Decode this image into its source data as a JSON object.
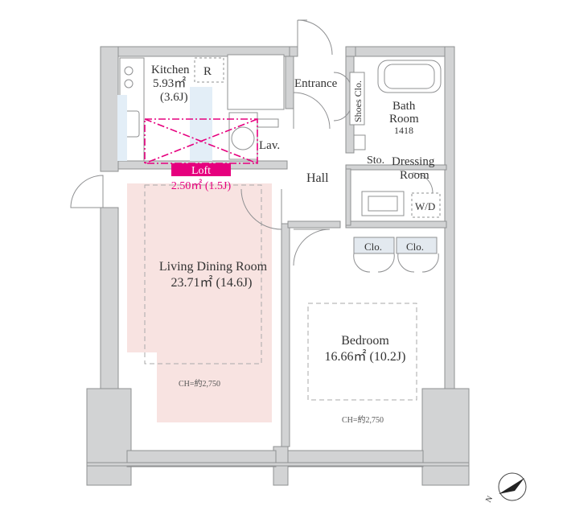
{
  "rooms": {
    "kitchen": {
      "name": "Kitchen",
      "area": "5.93㎡",
      "jo": "(3.6J)",
      "fridge": "R"
    },
    "entrance": {
      "name": "Entrance"
    },
    "shoes_closet": {
      "name": "Shoes Clo."
    },
    "bath": {
      "line1": "Bath",
      "line2": "Room",
      "size": "1418"
    },
    "lavatory": {
      "name": "Lav."
    },
    "storage": {
      "name": "Sto."
    },
    "dressing": {
      "line1": "Dressing",
      "line2": "Room"
    },
    "washer": {
      "name": "W/D"
    },
    "hall": {
      "name": "Hall"
    },
    "closet_1": {
      "name": "Clo."
    },
    "closet_2": {
      "name": "Clo."
    },
    "living": {
      "name": "Living Dining Room",
      "area": "23.71㎡ (14.6J)",
      "ceiling": "CH=約2,750"
    },
    "bedroom": {
      "name": "Bedroom",
      "area": "16.66㎡ (10.2J)",
      "ceiling": "CH=約2,750"
    }
  },
  "loft": {
    "name": "Loft",
    "area": "2.50㎡ (1.5J)"
  },
  "compass": {
    "label": "N"
  },
  "colors": {
    "wall": "#d2d3d4",
    "wall_stroke": "#8f9092",
    "living_fill": "#f8e3e1",
    "loft_accent": "#e6007e",
    "closet_fill": "#e3e9ef"
  }
}
